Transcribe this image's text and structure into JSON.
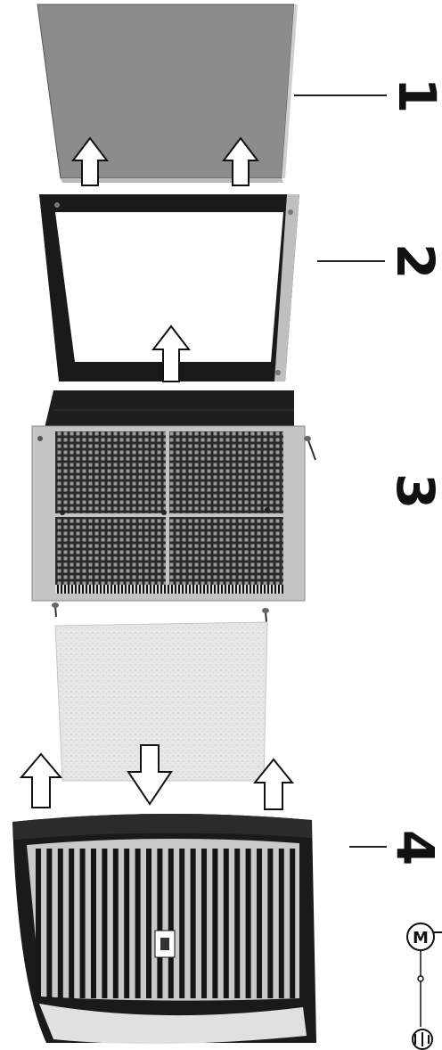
{
  "diagram": {
    "callouts": [
      {
        "id": "1",
        "label": "1"
      },
      {
        "id": "2",
        "label": "2"
      },
      {
        "id": "3",
        "label": "3"
      },
      {
        "id": "4",
        "label": "4"
      }
    ],
    "motor_symbol": "M",
    "colors": {
      "panel_gray": "#8a8a8a",
      "frame_dark": "#1a1a1a",
      "frame_silver": "#bfbfbf",
      "filter_mat": "#e3e3e3",
      "ink": "#111111"
    }
  }
}
